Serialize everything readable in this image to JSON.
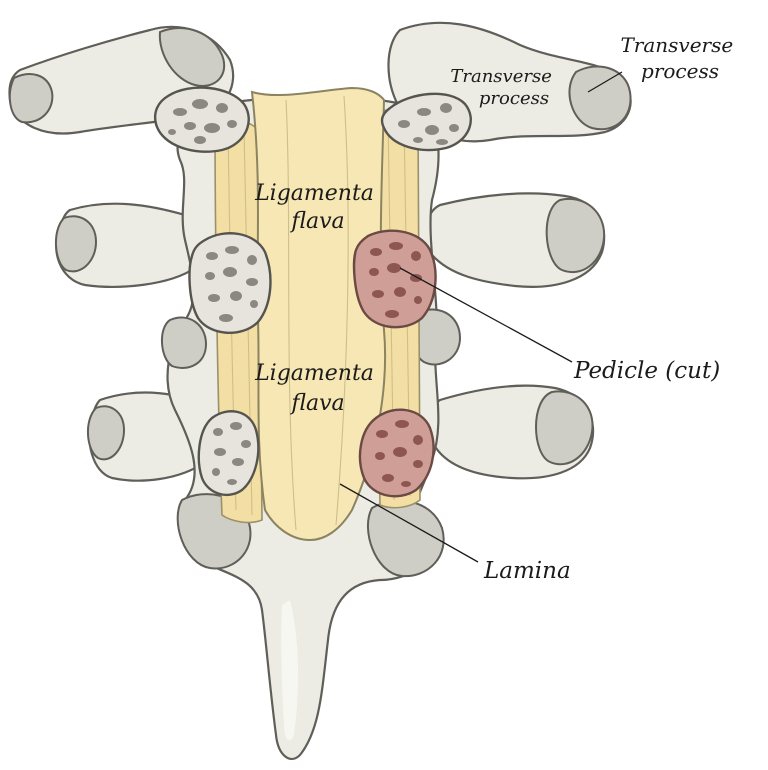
{
  "labels": {
    "transverse_process_outer": [
      "Transverse",
      "process"
    ],
    "transverse_process_inner": [
      "Transverse",
      "process"
    ],
    "ligamenta_flava_upper": [
      "Ligamenta",
      "flava"
    ],
    "ligamenta_flava_lower": [
      "Ligamenta",
      "flava"
    ],
    "pedicle": "Pedicle (cut)",
    "lamina": "Lamina"
  },
  "colors": {
    "bone": "#ecebe4",
    "ligament": "#f6e7b4",
    "pedicle_cut": "#cf9f97",
    "outline": "#5f5e58"
  }
}
